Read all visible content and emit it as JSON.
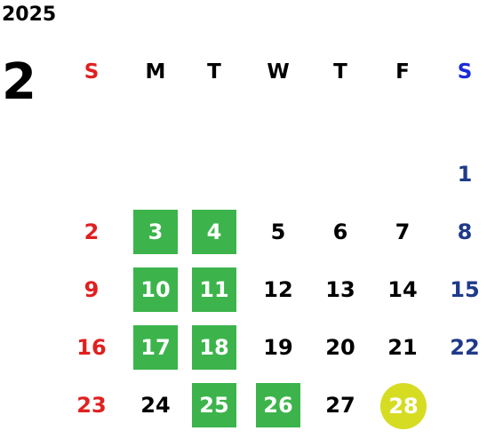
{
  "calendar": {
    "year": "2025",
    "month": "2",
    "weekdays": [
      "S",
      "M",
      "T",
      "W",
      "T",
      "F",
      "S"
    ],
    "weeks": [
      [
        "",
        "",
        "",
        "",
        "",
        "",
        "1"
      ],
      [
        "2",
        "3",
        "4",
        "5",
        "6",
        "7",
        "8"
      ],
      [
        "9",
        "10",
        "11",
        "12",
        "13",
        "14",
        "15"
      ],
      [
        "16",
        "17",
        "18",
        "19",
        "20",
        "21",
        "22"
      ],
      [
        "23",
        "24",
        "25",
        "26",
        "27",
        "28",
        ""
      ]
    ],
    "highlight_box_days": [
      "3",
      "4",
      "10",
      "11",
      "17",
      "18",
      "25",
      "26"
    ],
    "highlight_circle_days": [
      "28"
    ]
  },
  "colors": {
    "sunday": "#e02020",
    "saturday_header": "#1a2bd8",
    "saturday": "#1f3a8a",
    "weekday": "#000000",
    "highlight_box": "#3cb44b",
    "highlight_circle": "#d6dc22",
    "highlight_text": "#ffffff"
  }
}
